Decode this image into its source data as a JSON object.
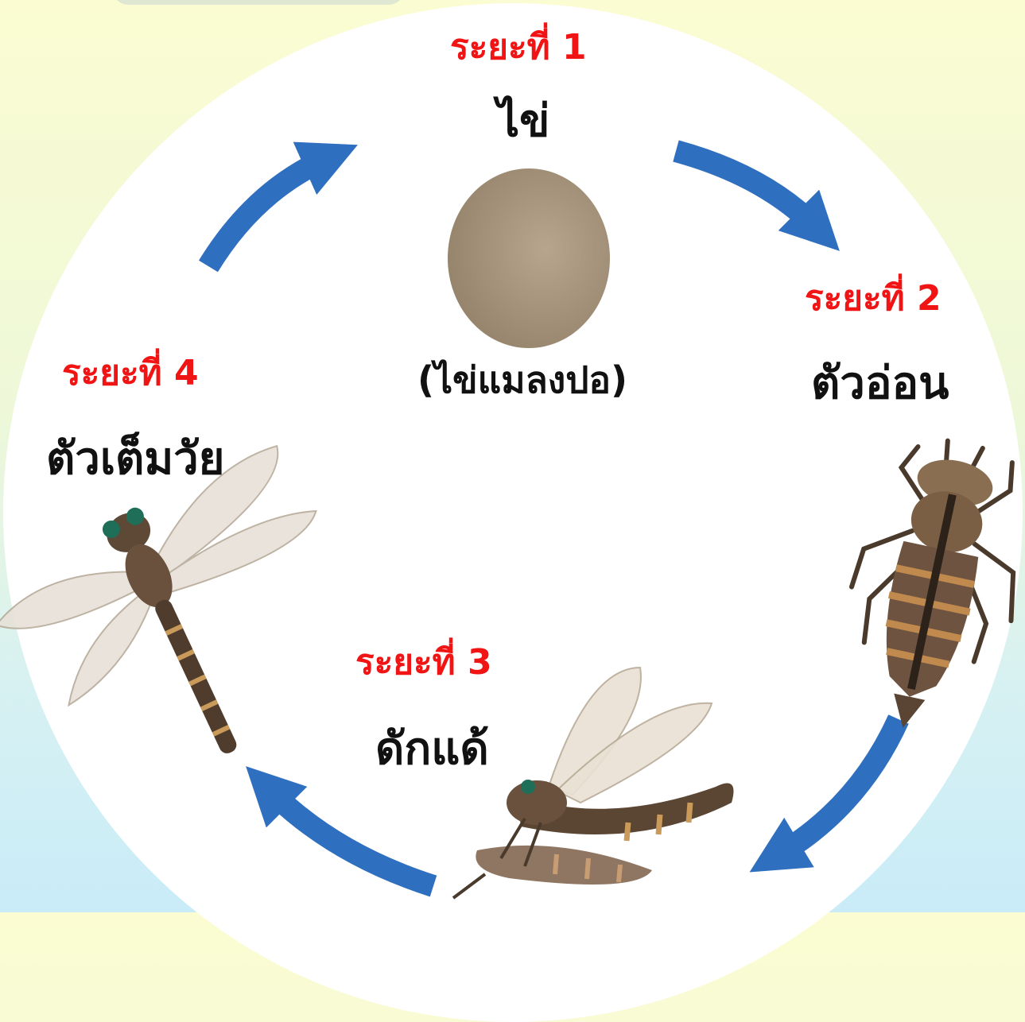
{
  "stages": [
    {
      "label": "ระยะที่ 1",
      "name": "ไข่",
      "note": "(ไข่แมลงปอ)"
    },
    {
      "label": "ระยะที่ 2",
      "name": "ตัวอ่อน"
    },
    {
      "label": "ระยะที่ 3",
      "name": "ดักแด้"
    },
    {
      "label": "ระยะที่ 4",
      "name": "ตัวเต็มวัย"
    }
  ],
  "colors": {
    "stage_label": "#f01414",
    "arrow": "#2f6fbf",
    "egg": "#9f8d75",
    "background_top": "#fbfcd2",
    "background_bottom": "#c9ecf8"
  },
  "icons": [
    "egg-icon",
    "nymph-icon",
    "emerging-dragonfly-icon",
    "adult-dragonfly-icon",
    "cycle-arrow-icon"
  ]
}
